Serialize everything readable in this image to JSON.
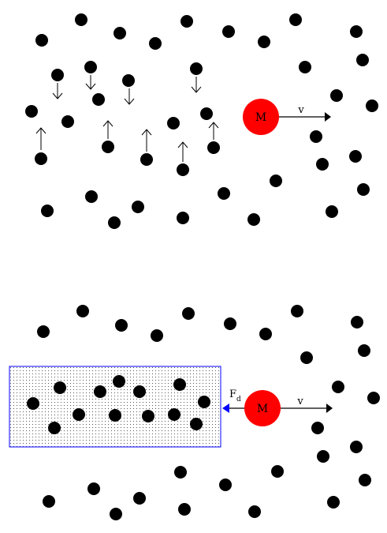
{
  "panels": {
    "top": {
      "mass_label": "M",
      "velocity_label": "v"
    },
    "bottom": {
      "mass_label": "M",
      "velocity_label": "v",
      "drag_force_label": "F",
      "drag_force_subscript": "d"
    }
  },
  "colors": {
    "particle": "#000000",
    "mass_fill": "#ff0000",
    "drag_arrow": "#0000ff",
    "wake_border": "#0000ff",
    "wake_dots": "#555555"
  }
}
